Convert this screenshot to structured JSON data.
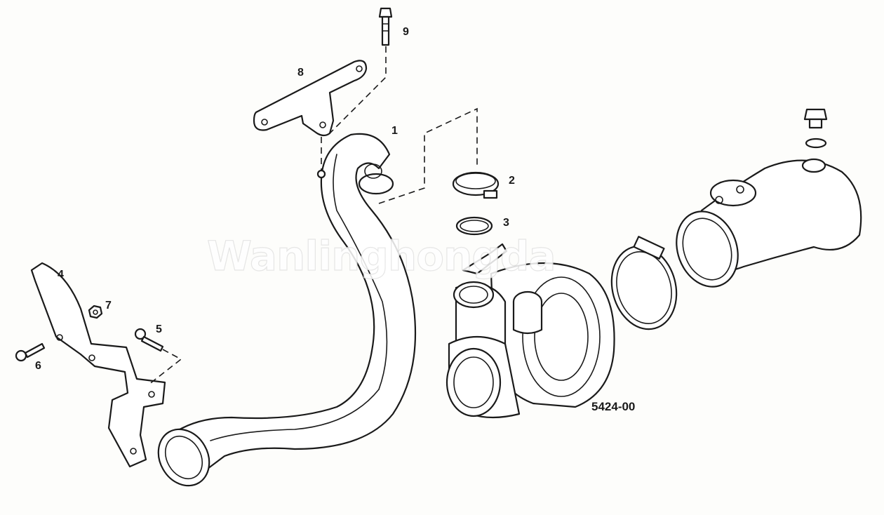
{
  "diagram": {
    "drawing_code": "5424-00",
    "watermark_text": "Wanlinghongda",
    "parts": [
      {
        "num": "1",
        "name": "oil-return-pipe"
      },
      {
        "num": "2",
        "name": "hose-clamp-small"
      },
      {
        "num": "3",
        "name": "o-ring"
      },
      {
        "num": "4",
        "name": "bracket"
      },
      {
        "num": "5",
        "name": "bolt"
      },
      {
        "num": "6",
        "name": "bolt"
      },
      {
        "num": "7",
        "name": "nut"
      },
      {
        "num": "8",
        "name": "support-plate"
      },
      {
        "num": "9",
        "name": "bolt"
      }
    ],
    "colors": {
      "line": "#1a1a1a",
      "paper": "#fdfdfb"
    }
  }
}
